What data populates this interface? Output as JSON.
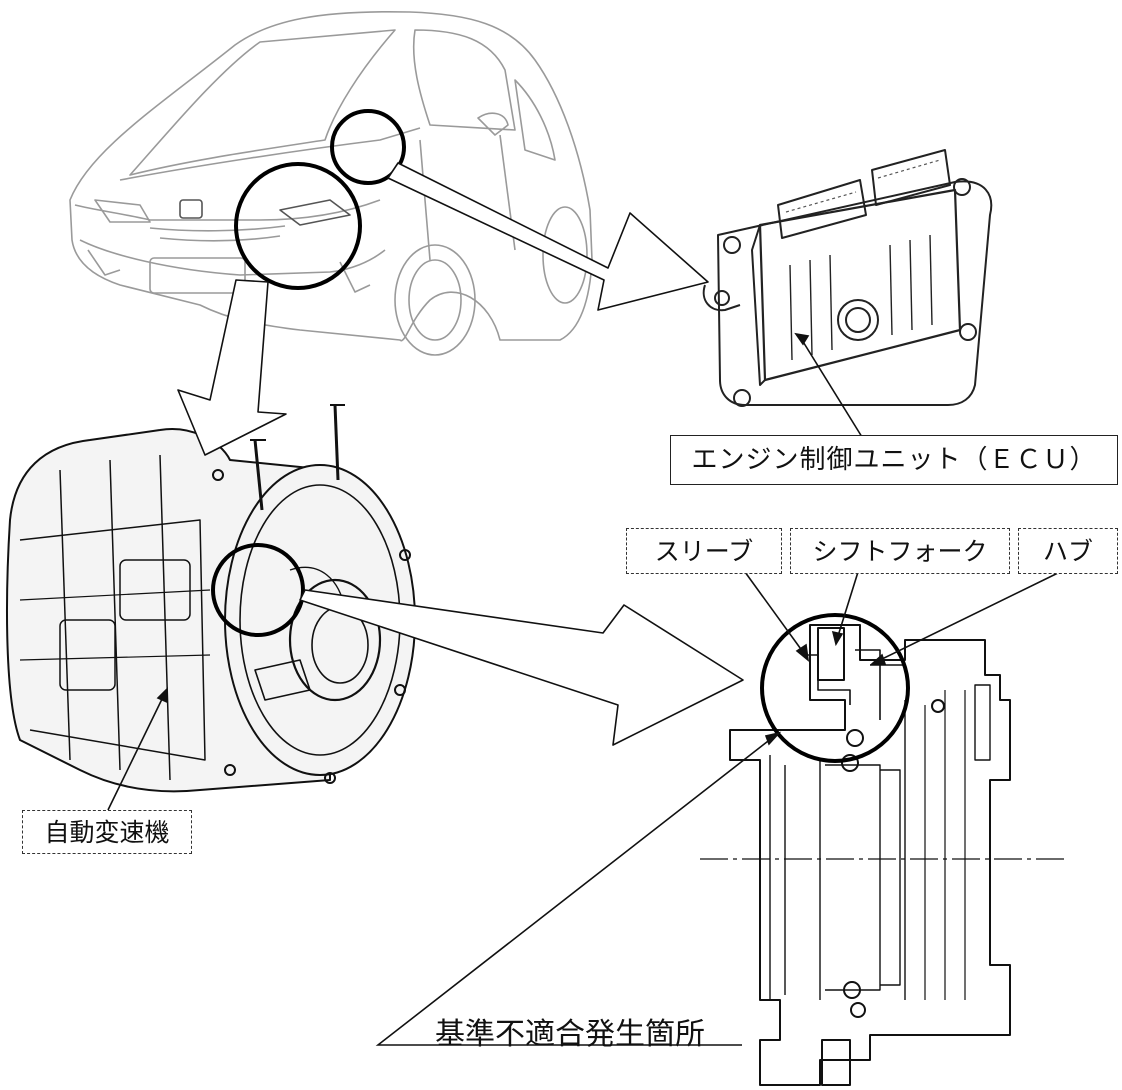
{
  "labels": {
    "ecu": "エンジン制御ユニット（ＥＣＵ）",
    "sleeve": "スリーブ",
    "shift_fork": "シフトフォーク",
    "hub": "ハブ",
    "automatic_transmission": "自動変速機",
    "defect_location": "基準不適合発生箇所"
  },
  "colors": {
    "line": "#222222",
    "light_line": "#9a9a9a",
    "background": "#ffffff"
  },
  "icons": [
    "car-illustration",
    "ecu-illustration",
    "transmission-illustration",
    "clutch-cross-section",
    "callout-arrow",
    "highlight-circle"
  ]
}
